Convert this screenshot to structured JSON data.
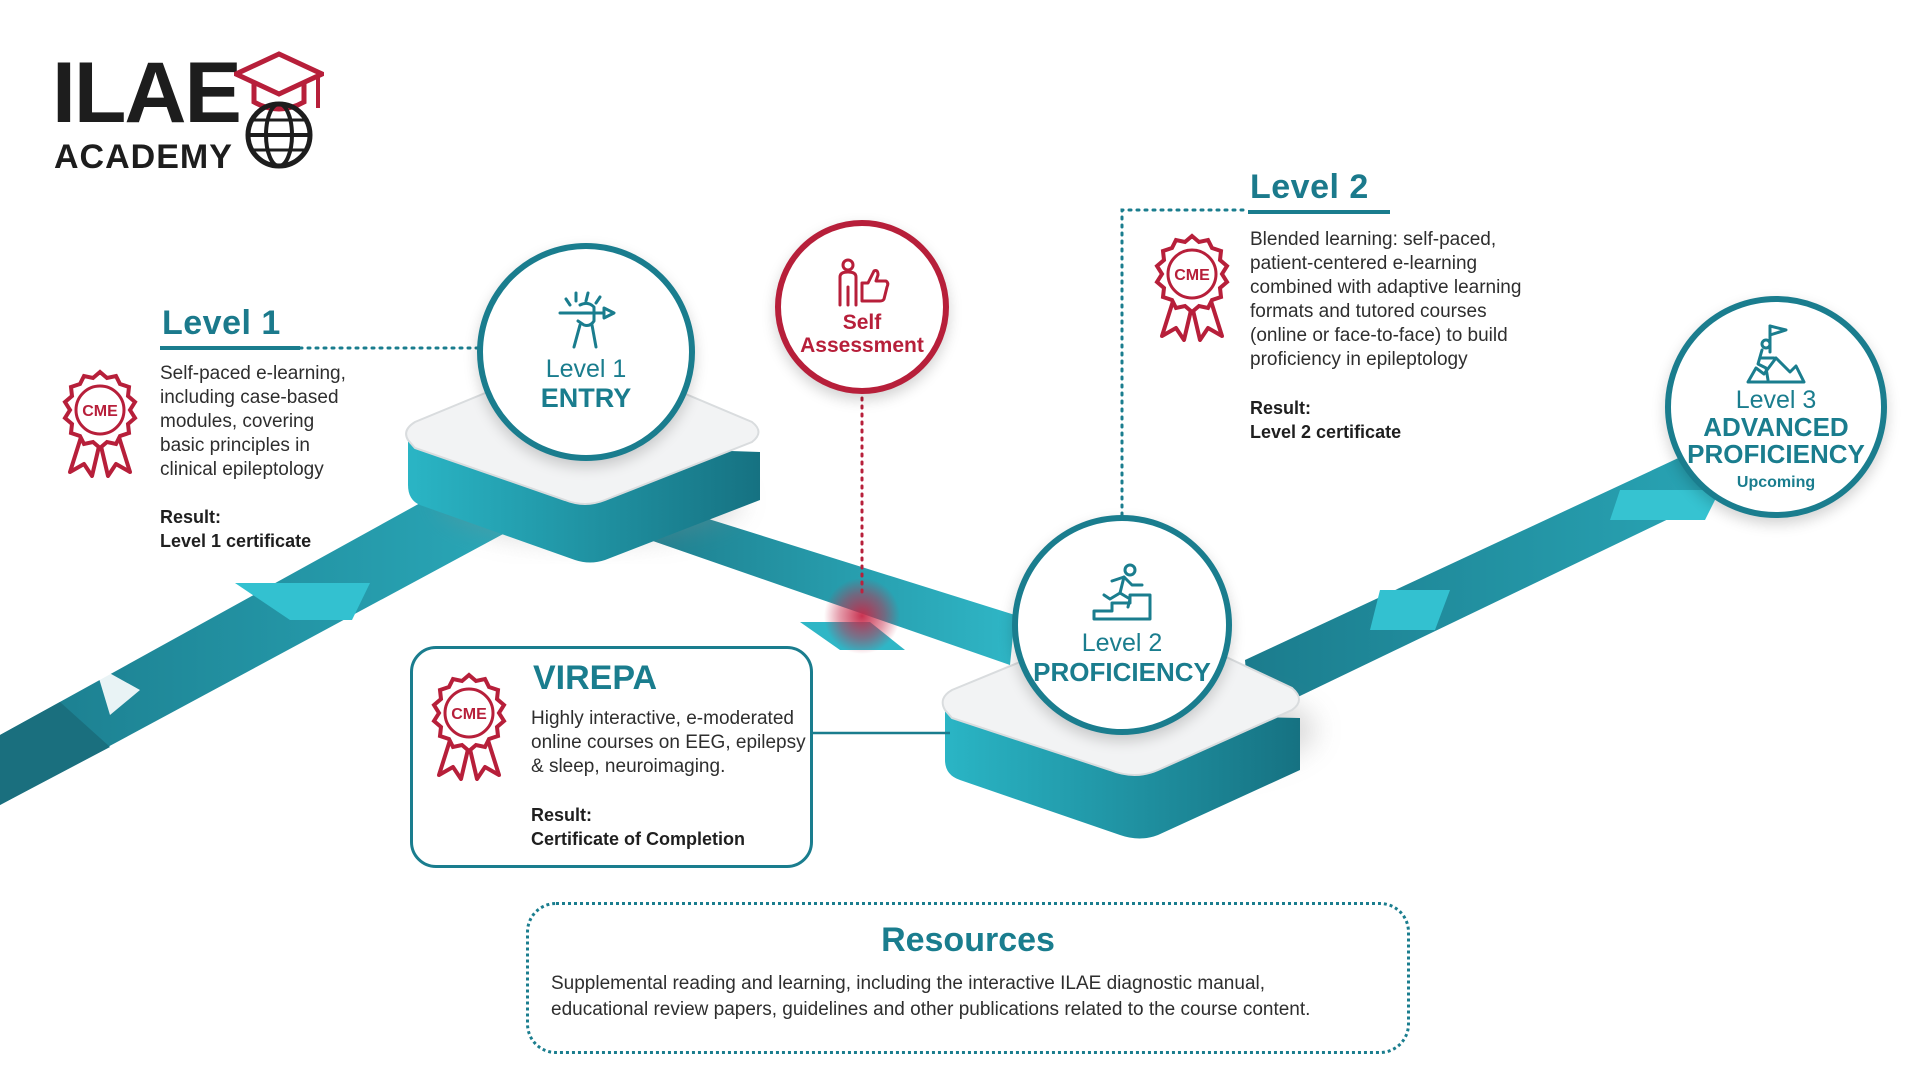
{
  "logo": {
    "word": "ILAE",
    "sub": "ACADEMY"
  },
  "colors": {
    "teal": "#1a7d8e",
    "teal_light": "#2bb7c7",
    "red": "#b71f3a"
  },
  "cme_label": "CME",
  "level1": {
    "title": "Level 1",
    "description": [
      "Self-paced e-learning,",
      "including case-based",
      "modules, covering",
      "basic principles in",
      "clinical epileptology"
    ],
    "result_label": "Result:",
    "result_value": "Level 1 certificate"
  },
  "level2": {
    "title": "Level 2",
    "description": [
      "Blended learning: self-paced,",
      "patient-centered e-learning",
      "combined with adaptive learning",
      "formats and tutored courses",
      "(online or face-to-face) to build",
      "proficiency in epileptology"
    ],
    "result_label": "Result:",
    "result_value": "Level 2 certificate"
  },
  "virepa": {
    "title": "VIREPA",
    "description": [
      "Highly interactive, e-moderated",
      "online courses on EEG, epilepsy",
      "& sleep, neuroimaging."
    ],
    "result_label": "Result:",
    "result_value": "Certificate of Completion"
  },
  "nodes": {
    "entry": {
      "level": "Level 1",
      "name": "ENTRY",
      "icon": "hand-pen-icon"
    },
    "self_assessment": {
      "line1": "Self",
      "line2": "Assessment",
      "icon": "thumbs-up-person-icon"
    },
    "proficiency": {
      "level": "Level 2",
      "name": "PROFICIENCY",
      "icon": "running-steps-icon"
    },
    "advanced": {
      "level": "Level 3",
      "name_line1": "ADVANCED",
      "name_line2": "PROFICIENCY",
      "status": "Upcoming",
      "icon": "summit-flag-icon"
    }
  },
  "resources": {
    "title": "Resources",
    "description": [
      "Supplemental reading and learning, including the interactive ILAE diagnostic manual,",
      "educational review papers, guidelines and other publications related to the course content."
    ]
  }
}
